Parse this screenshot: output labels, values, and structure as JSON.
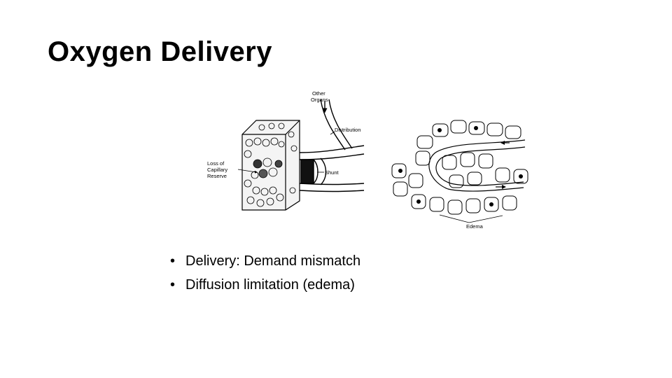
{
  "slide": {
    "title": "Oxygen Delivery"
  },
  "figure": {
    "labels": {
      "other_organs_line1": "Other",
      "other_organs_line2": "Organs",
      "distribution": "Distribution",
      "loss_line1": "Loss of",
      "loss_line2": "Capillary",
      "loss_line3": "Reserve",
      "shunt": "Shunt",
      "edema": "Edema"
    }
  },
  "bullets": [
    "Delivery: Demand mismatch",
    "Diffusion limitation (edema)"
  ]
}
